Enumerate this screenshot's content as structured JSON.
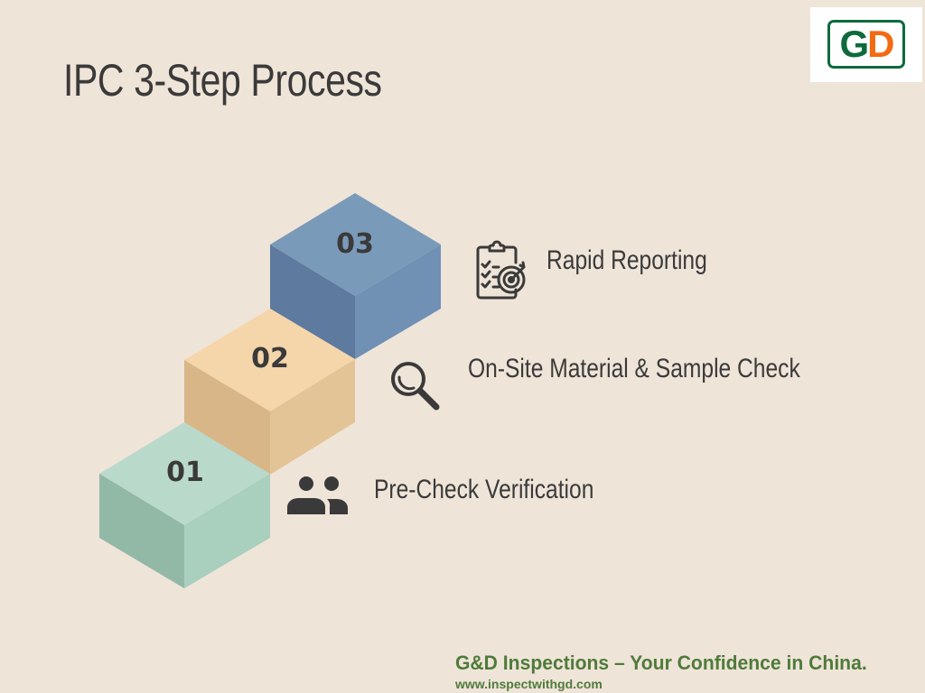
{
  "title": "IPC 3-Step Process",
  "logo": {
    "text_g": "G",
    "text_d": "D",
    "green": "#0e6a3d",
    "orange": "#f26a12"
  },
  "steps": [
    {
      "number": "01",
      "label": "Pre-Check Verification",
      "icon": "people-icon",
      "colors": {
        "top": "#b9d9cb",
        "left": "#92b8a6",
        "right": "#a9cfbe"
      }
    },
    {
      "number": "02",
      "label": "On-Site Material & Sample Check",
      "icon": "magnifier-icon",
      "colors": {
        "top": "#f5d5aa",
        "left": "#d9b687",
        "right": "#e3c497"
      }
    },
    {
      "number": "03",
      "label": "Rapid Reporting",
      "icon": "clipboard-target-icon",
      "colors": {
        "top": "#7a9aba",
        "left": "#5e7a9e",
        "right": "#7090b4"
      }
    }
  ],
  "footer": {
    "tagline": "G&D Inspections – Your Confidence in China.",
    "url": "www.inspectwithgd.com"
  }
}
